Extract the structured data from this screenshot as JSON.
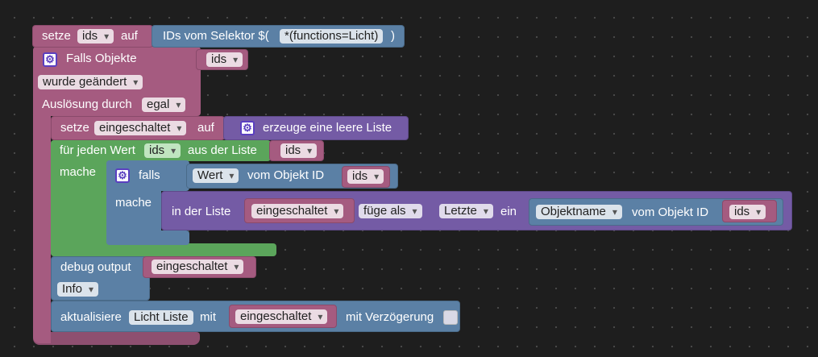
{
  "blocks": {
    "set_ids": {
      "label": "setze",
      "variable": "ids",
      "to_label": "auf",
      "selector_label": "IDs vom Selektor $(",
      "selector_value": "*(functions=Licht)",
      "selector_close": ")"
    },
    "trigger": {
      "label": "Falls Objekte",
      "objects_var": "ids",
      "condition": "wurde geändert",
      "triggered_by_label": "Auslösung durch",
      "triggered_by_value": "egal"
    },
    "set_list": {
      "label": "setze",
      "variable": "eingeschaltet",
      "to_label": "auf",
      "create_list_label": "erzeuge eine leere Liste"
    },
    "for_each": {
      "label": "für jeden Wert",
      "variable": "ids",
      "from_label": "aus der Liste",
      "list_var": "ids",
      "do_label": "mache"
    },
    "if_block": {
      "label": "falls",
      "value_dropdown": "Wert",
      "of_object_label": "vom Objekt ID",
      "object_var": "ids",
      "do_label": "mache"
    },
    "list_insert": {
      "in_list_label": "in der Liste",
      "list_var": "eingeschaltet",
      "mode": "füge als",
      "position": "Letzte",
      "suffix": "ein",
      "property": "Objektname",
      "of_object_label": "vom Objekt ID",
      "object_var": "ids"
    },
    "debug": {
      "label": "debug output",
      "variable": "eingeschaltet",
      "level": "Info"
    },
    "update": {
      "label": "aktualisiere",
      "target": "Licht Liste",
      "with_label": "mit",
      "variable": "eingeschaltet",
      "delay_label": "mit Verzögerung",
      "delay_checked": false
    }
  },
  "icons": {
    "gear": "gear-icon"
  },
  "colors": {
    "background": "#1e1e1e",
    "variables": "#a55b80",
    "selector": "#5b80a5",
    "lists": "#745ba5",
    "loops": "#5ba55b",
    "logic": "#5b80a5"
  }
}
